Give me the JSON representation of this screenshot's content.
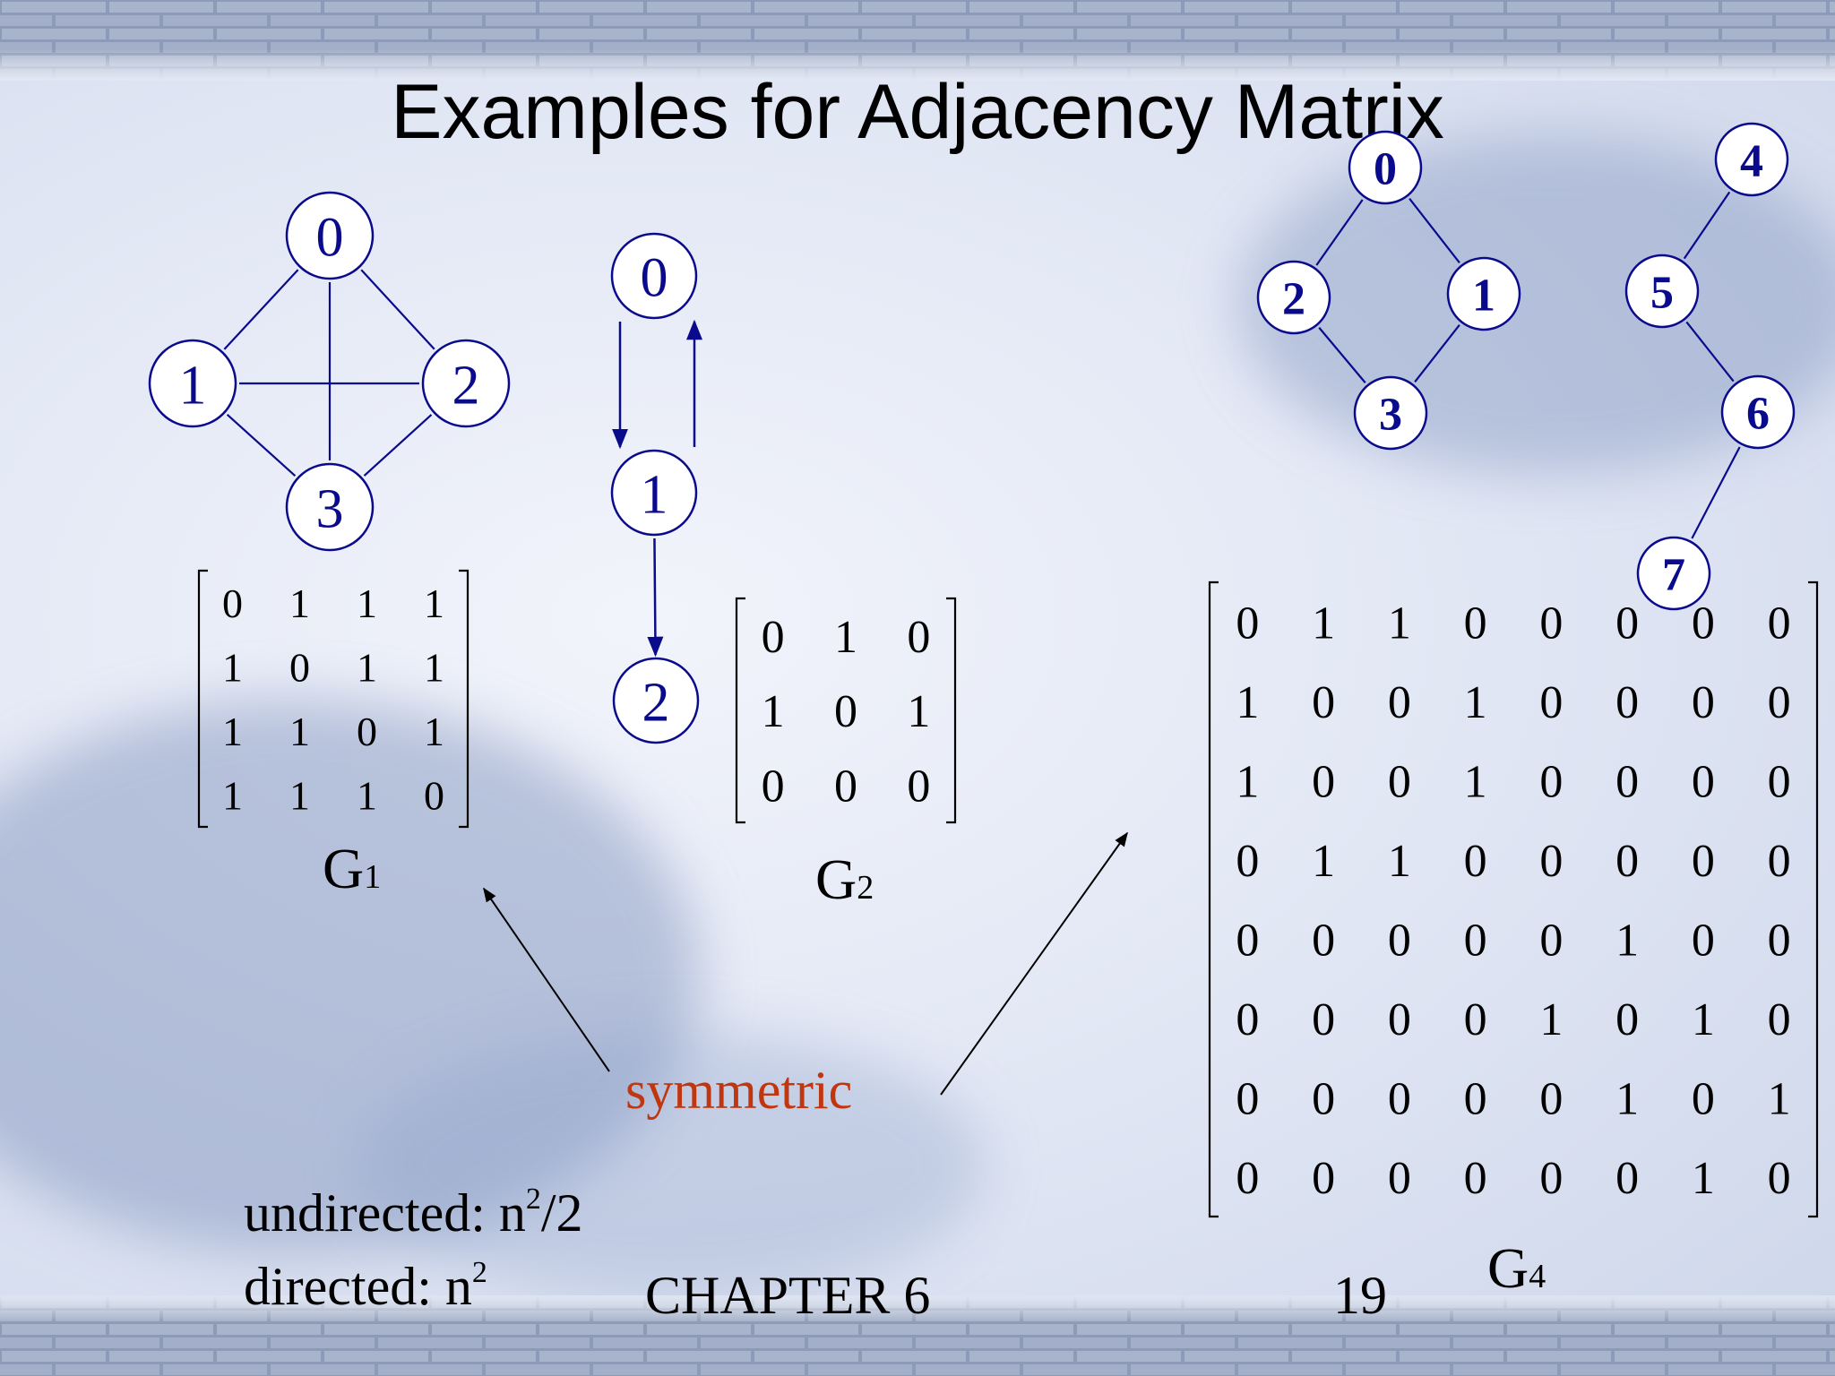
{
  "slide": {
    "title": "Examples for Adjacency Matrix",
    "annotation": "symmetric",
    "notes": [
      {
        "text": "undirected: n",
        "sup": "2",
        "tail": "/2"
      },
      {
        "text": "directed: n",
        "sup": "2",
        "tail": ""
      }
    ],
    "footer_chapter": "CHAPTER 6",
    "footer_page": "19"
  },
  "graphs": {
    "G1": {
      "label_main": "G",
      "label_sub": "1",
      "directed": false,
      "nodes": [
        "0",
        "1",
        "2",
        "3"
      ],
      "edges": [
        [
          "0",
          "1"
        ],
        [
          "0",
          "2"
        ],
        [
          "0",
          "3"
        ],
        [
          "1",
          "2"
        ],
        [
          "1",
          "3"
        ],
        [
          "2",
          "3"
        ]
      ],
      "matrix": [
        [
          0,
          1,
          1,
          1
        ],
        [
          1,
          0,
          1,
          1
        ],
        [
          1,
          1,
          0,
          1
        ],
        [
          1,
          1,
          1,
          0
        ]
      ]
    },
    "G2": {
      "label_main": "G",
      "label_sub": "2",
      "directed": true,
      "nodes": [
        "0",
        "1",
        "2"
      ],
      "edges": [
        [
          "0",
          "1"
        ],
        [
          "1",
          "0"
        ],
        [
          "1",
          "2"
        ]
      ],
      "matrix": [
        [
          0,
          1,
          0
        ],
        [
          1,
          0,
          1
        ],
        [
          0,
          0,
          0
        ]
      ]
    },
    "G4": {
      "label_main": "G",
      "label_sub": "4",
      "directed": false,
      "nodes": [
        "0",
        "1",
        "2",
        "3",
        "4",
        "5",
        "6",
        "7"
      ],
      "edges": [
        [
          "0",
          "1"
        ],
        [
          "0",
          "2"
        ],
        [
          "1",
          "3"
        ],
        [
          "2",
          "3"
        ],
        [
          "4",
          "5"
        ],
        [
          "5",
          "6"
        ],
        [
          "6",
          "7"
        ]
      ],
      "matrix": [
        [
          0,
          1,
          1,
          0,
          0,
          0,
          0,
          0
        ],
        [
          1,
          0,
          0,
          1,
          0,
          0,
          0,
          0
        ],
        [
          1,
          0,
          0,
          1,
          0,
          0,
          0,
          0
        ],
        [
          0,
          1,
          1,
          0,
          0,
          0,
          0,
          0
        ],
        [
          0,
          0,
          0,
          0,
          0,
          1,
          0,
          0
        ],
        [
          0,
          0,
          0,
          0,
          1,
          0,
          1,
          0
        ],
        [
          0,
          0,
          0,
          0,
          0,
          1,
          0,
          1
        ],
        [
          0,
          0,
          0,
          0,
          0,
          0,
          1,
          0
        ]
      ]
    }
  },
  "colors": {
    "node_stroke": "#0a0a8c",
    "node_text": "#0a0a8c",
    "annotation": "#c0360f"
  }
}
